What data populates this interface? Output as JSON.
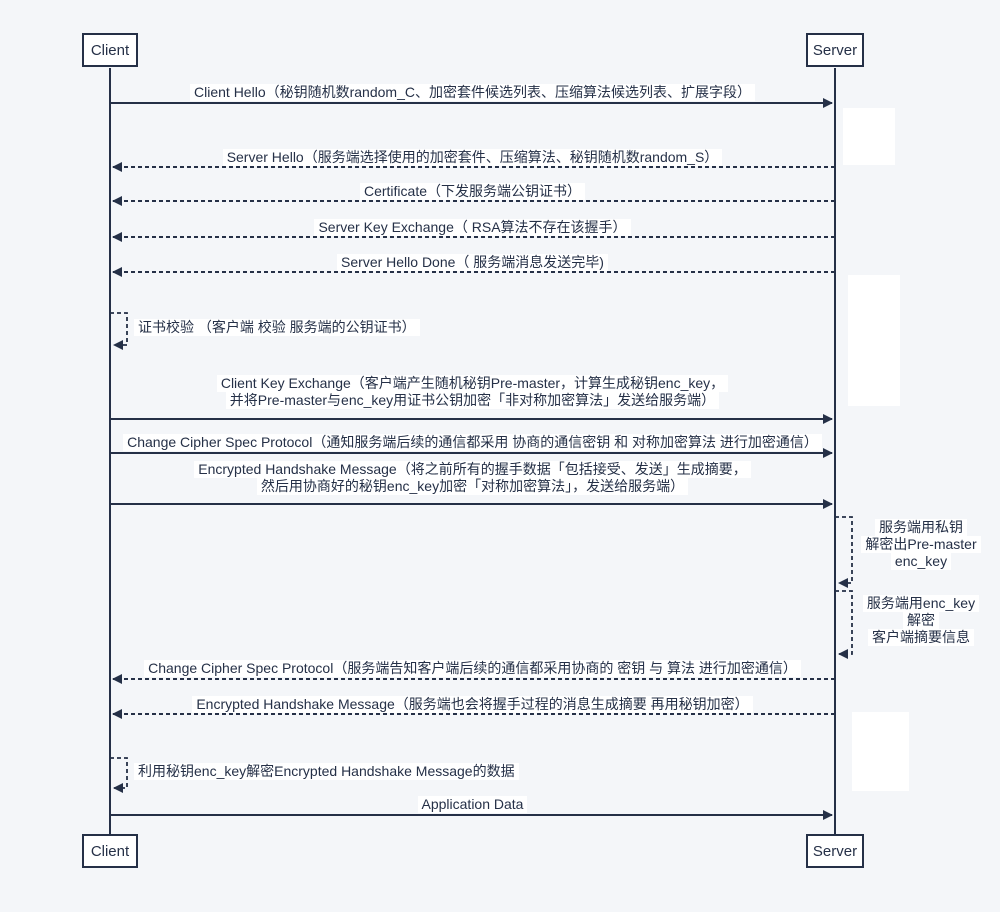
{
  "actors": {
    "client": "Client",
    "server": "Server"
  },
  "colors": {
    "ink": "#253047",
    "background": "#f4f6f9",
    "box_fill": "#ffffff"
  },
  "messages": [
    {
      "id": "client-hello",
      "direction": "right",
      "line": "solid",
      "label": "Client Hello（秘钥随机数random_C、加密套件候选列表、压缩算法候选列表、扩展字段）"
    },
    {
      "id": "server-hello",
      "direction": "left",
      "line": "dashed",
      "label": "Server Hello（服务端选择使用的加密套件、压缩算法、秘钥随机数random_S）"
    },
    {
      "id": "certificate",
      "direction": "left",
      "line": "dashed",
      "label": "Certificate（下发服务端公钥证书）"
    },
    {
      "id": "server-key-exchange",
      "direction": "left",
      "line": "dashed",
      "label": "Server Key Exchange（ RSA算法不存在该握手）"
    },
    {
      "id": "server-hello-done",
      "direction": "left",
      "line": "dashed",
      "label": "Server Hello Done（ 服务端消息发送完毕)"
    },
    {
      "id": "cert-verify-self",
      "actor": "client",
      "line": "dashed-self",
      "label": "证书校验 （客户端 校验 服务端的公钥证书）"
    },
    {
      "id": "client-key-exchange",
      "direction": "right",
      "line": "solid",
      "line1": "Client Key Exchange（客户端产生随机秘钥Pre-master，计算生成秘钥enc_key，",
      "line2": "并将Pre-master与enc_key用证书公钥加密「非对称加密算法」发送给服务端）"
    },
    {
      "id": "change-cipher-spec-1",
      "direction": "right",
      "line": "solid",
      "label": "Change Cipher Spec Protocol（通知服务端后续的通信都采用 协商的通信密钥 和 对称加密算法 进行加密通信）"
    },
    {
      "id": "encrypted-handshake-1",
      "direction": "right",
      "line": "solid",
      "line1": "Encrypted Handshake Message（将之前所有的握手数据「包括接受、发送」生成摘要，",
      "line2": "然后用协商好的秘钥enc_key加密「对称加密算法」，发送给服务端）"
    },
    {
      "id": "server-note-1",
      "actor": "server",
      "line": "dashed-self",
      "line1": "服务端用私钥",
      "line2": "解密出Pre-master",
      "line3": "enc_key"
    },
    {
      "id": "server-note-2",
      "actor": "server",
      "line": "dashed-self",
      "line1": "服务端用enc_key",
      "line2": "解密",
      "line3": "客户端摘要信息"
    },
    {
      "id": "change-cipher-spec-2",
      "direction": "left",
      "line": "dashed",
      "label": "Change Cipher Spec Protocol（服务端告知客户端后续的通信都采用协商的 密钥 与 算法 进行加密通信）"
    },
    {
      "id": "encrypted-handshake-2",
      "direction": "left",
      "line": "dashed",
      "label": "Encrypted Handshake Message（服务端也会将握手过程的消息生成摘要 再用秘钥加密）"
    },
    {
      "id": "client-decrypt-self",
      "actor": "client",
      "line": "dashed-self",
      "label": "利用秘钥enc_key解密Encrypted Handshake Message的数据"
    },
    {
      "id": "application-data",
      "direction": "right",
      "line": "solid",
      "label": "Application Data"
    }
  ]
}
